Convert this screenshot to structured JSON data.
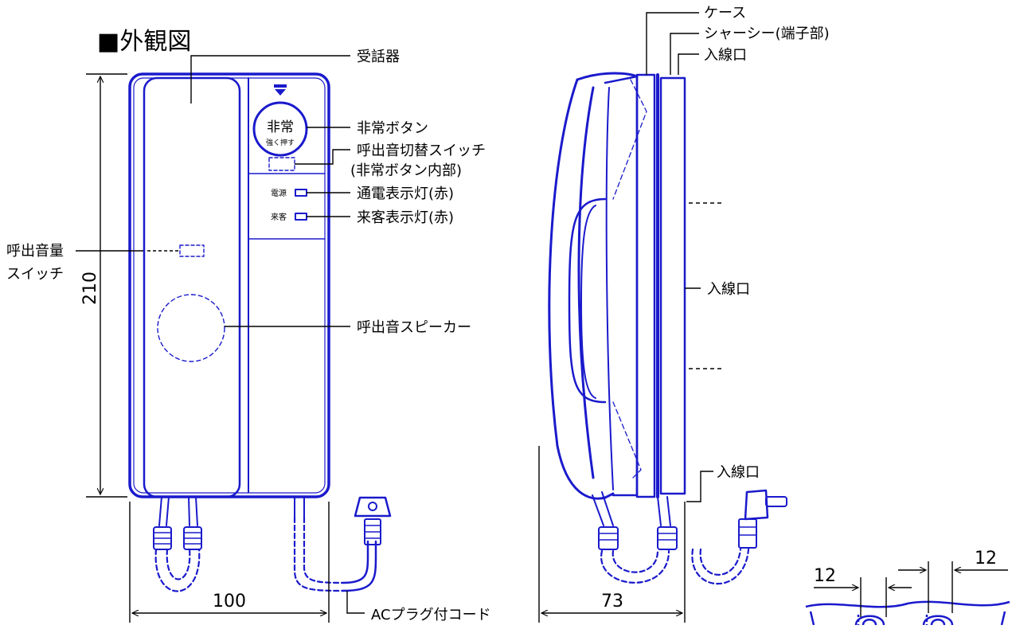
{
  "title": "■外観図",
  "front": {
    "labels": {
      "handset": "受話器",
      "emergency_button": "非常ボタン",
      "ring_switch_line1": "呼出音切替スイッチ",
      "ring_switch_line2": "(非常ボタン内部)",
      "power_lamp": "通電表示灯(赤)",
      "visitor_lamp": "来客表示灯(赤)",
      "volume_line1": "呼出音量",
      "volume_line2": "スイッチ",
      "speaker": "呼出音スピーカー",
      "ac_cord": "ACプラグ付コード"
    },
    "panel": {
      "button_line1": "非常",
      "button_line2": "強く押す",
      "power_small": "電源",
      "visitor_small": "来客"
    },
    "dimensions": {
      "height": "210",
      "width": "100"
    }
  },
  "side": {
    "labels": {
      "case": "ケース",
      "chassis": "シャーシー(端子部)",
      "inlet_top": "入線口",
      "inlet_middle": "入線口",
      "inlet_bottom": "入線口"
    },
    "dimensions": {
      "depth": "73"
    }
  },
  "bottom_detail": {
    "dimensions": {
      "left": "12",
      "right": "12"
    }
  },
  "colors": {
    "drawing": "#1a1acc",
    "annotation": "#000000",
    "background": "#ffffff"
  }
}
